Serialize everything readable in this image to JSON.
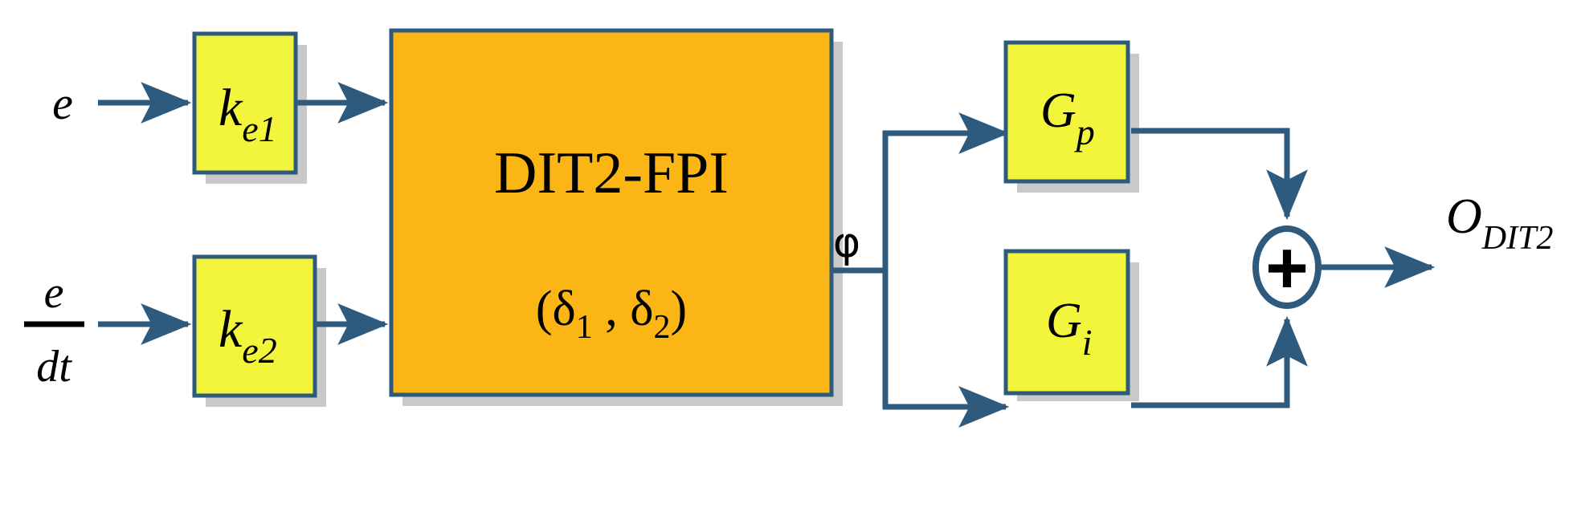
{
  "diagram": {
    "title": "DIT2-FPI block diagram",
    "colors": {
      "gain_block_fill": "#F2F53C",
      "controller_block_fill": "#FBB515",
      "block_border": "#2E5A7D",
      "line": "#2E5A7D",
      "shadow": "#C9C9C9",
      "text": "#000000",
      "background": "#FFFFFF"
    },
    "inputs": [
      {
        "id": "e",
        "label": "e",
        "sub": ""
      },
      {
        "id": "dedt",
        "numerator": "e",
        "denominator": "dt"
      }
    ],
    "blocks": [
      {
        "id": "ke1",
        "label": "k",
        "sub": "e1",
        "kind": "gain"
      },
      {
        "id": "ke2",
        "label": "k",
        "sub": "e2",
        "kind": "gain"
      },
      {
        "id": "dit2",
        "line1": "DIT2-FPI",
        "line2_open": "(",
        "line2_d1": "δ",
        "line2_s1": "1",
        "line2_comma": " , ",
        "line2_d2": "δ",
        "line2_s2": "2",
        "line2_close": ")",
        "kind": "controller"
      },
      {
        "id": "gp",
        "label": "G",
        "sub": "p",
        "kind": "gain"
      },
      {
        "id": "gi",
        "label": "G",
        "sub": "i",
        "kind": "gain"
      }
    ],
    "signals": [
      {
        "id": "phi",
        "label": "φ"
      }
    ],
    "junction": {
      "id": "sum",
      "operator": "+"
    },
    "output": {
      "label": "O",
      "sub": "DIT2"
    }
  }
}
